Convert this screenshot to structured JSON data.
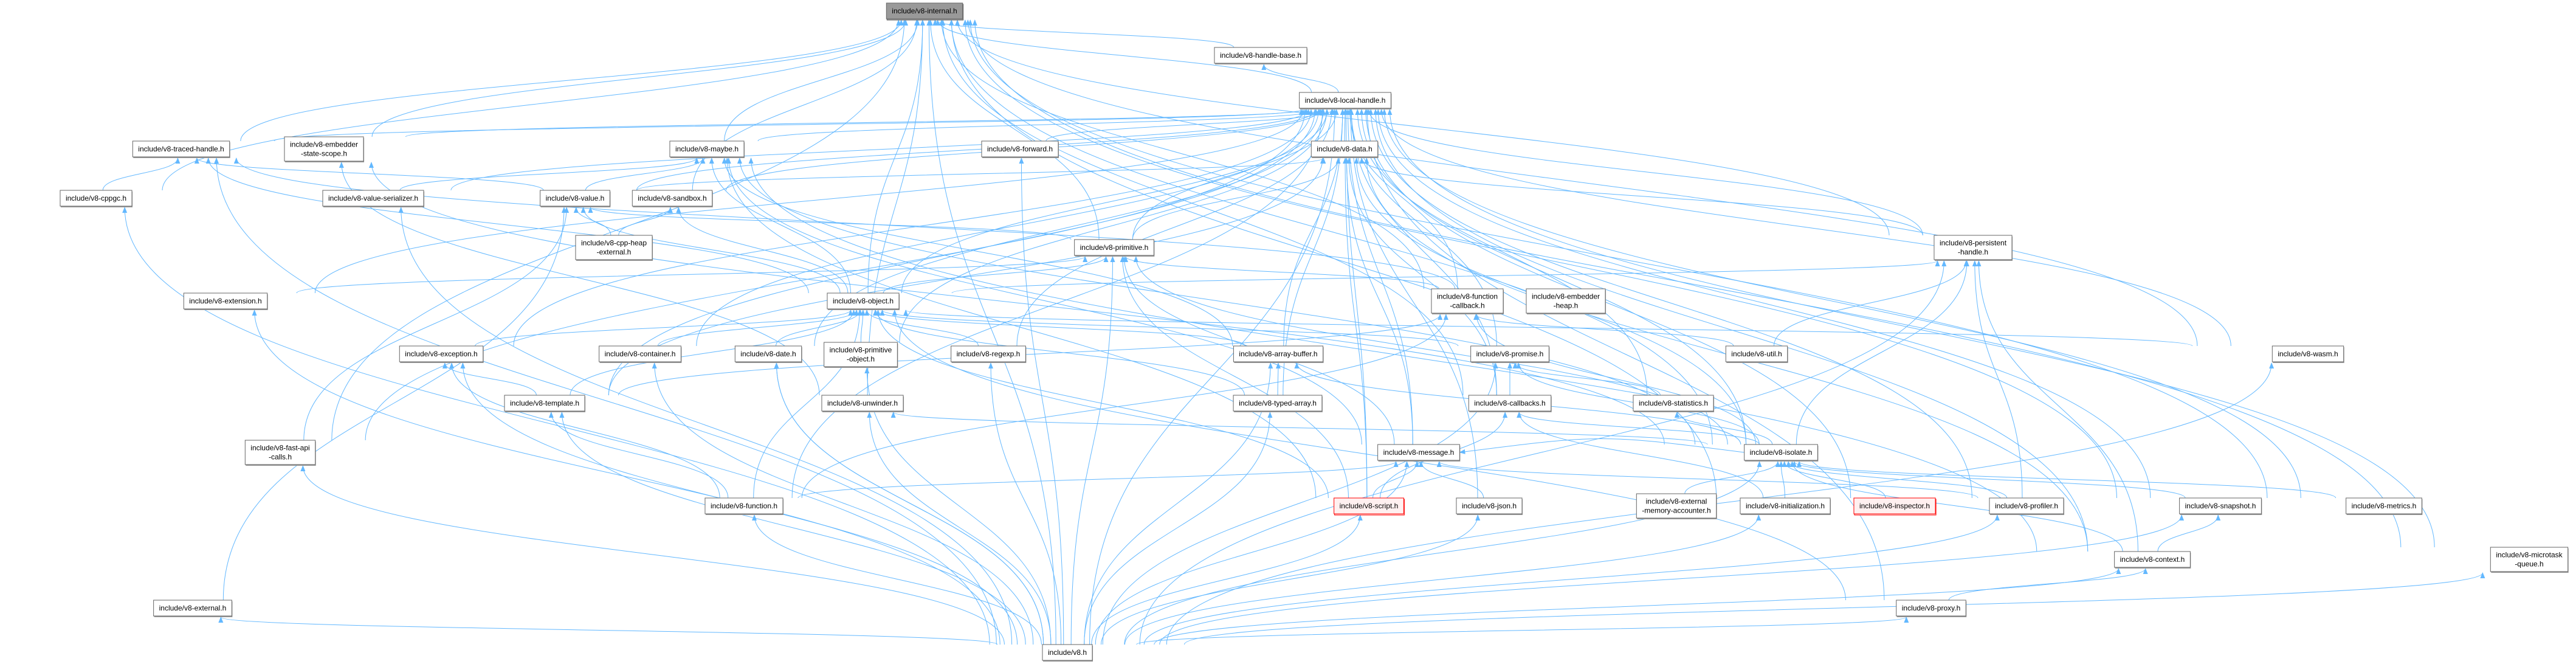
{
  "title": "include/v8-internal.h",
  "colors": {
    "edge": "#63b8ff",
    "current": "#999999",
    "incomplete_border": "#ff0000",
    "incomplete_fill": "#fff0f0",
    "border": "#666666"
  },
  "nodes": [
    {
      "id": "internal",
      "lines": [
        "include/v8-internal.h"
      ],
      "style": "current"
    },
    {
      "id": "handle-base",
      "lines": [
        "include/v8-handle-base.h"
      ]
    },
    {
      "id": "local-handle",
      "lines": [
        "include/v8-local-handle.h"
      ]
    },
    {
      "id": "traced-handle",
      "lines": [
        "include/v8-traced-handle.h"
      ]
    },
    {
      "id": "embedder-state-scope",
      "lines": [
        "include/v8-embedder",
        "-state-scope.h"
      ]
    },
    {
      "id": "maybe",
      "lines": [
        "include/v8-maybe.h"
      ]
    },
    {
      "id": "forward",
      "lines": [
        "include/v8-forward.h"
      ]
    },
    {
      "id": "data",
      "lines": [
        "include/v8-data.h"
      ]
    },
    {
      "id": "cppgc",
      "lines": [
        "include/v8-cppgc.h"
      ]
    },
    {
      "id": "value-serializer",
      "lines": [
        "include/v8-value-serializer.h"
      ]
    },
    {
      "id": "value",
      "lines": [
        "include/v8-value.h"
      ]
    },
    {
      "id": "sandbox",
      "lines": [
        "include/v8-sandbox.h"
      ]
    },
    {
      "id": "cpp-heap-external",
      "lines": [
        "include/v8-cpp-heap",
        "-external.h"
      ]
    },
    {
      "id": "primitive",
      "lines": [
        "include/v8-primitive.h"
      ]
    },
    {
      "id": "persistent-handle",
      "lines": [
        "include/v8-persistent",
        "-handle.h"
      ]
    },
    {
      "id": "extension",
      "lines": [
        "include/v8-extension.h"
      ]
    },
    {
      "id": "object",
      "lines": [
        "include/v8-object.h"
      ]
    },
    {
      "id": "function-callback",
      "lines": [
        "include/v8-function",
        "-callback.h"
      ]
    },
    {
      "id": "embedder-heap",
      "lines": [
        "include/v8-embedder",
        "-heap.h"
      ]
    },
    {
      "id": "exception",
      "lines": [
        "include/v8-exception.h"
      ]
    },
    {
      "id": "container",
      "lines": [
        "include/v8-container.h"
      ]
    },
    {
      "id": "date",
      "lines": [
        "include/v8-date.h"
      ]
    },
    {
      "id": "primitive-object",
      "lines": [
        "include/v8-primitive",
        "-object.h"
      ]
    },
    {
      "id": "regexp",
      "lines": [
        "include/v8-regexp.h"
      ]
    },
    {
      "id": "array-buffer",
      "lines": [
        "include/v8-array-buffer.h"
      ]
    },
    {
      "id": "promise",
      "lines": [
        "include/v8-promise.h"
      ]
    },
    {
      "id": "util",
      "lines": [
        "include/v8-util.h"
      ]
    },
    {
      "id": "wasm",
      "lines": [
        "include/v8-wasm.h"
      ]
    },
    {
      "id": "template",
      "lines": [
        "include/v8-template.h"
      ]
    },
    {
      "id": "unwinder",
      "lines": [
        "include/v8-unwinder.h"
      ]
    },
    {
      "id": "typed-array",
      "lines": [
        "include/v8-typed-array.h"
      ]
    },
    {
      "id": "callbacks",
      "lines": [
        "include/v8-callbacks.h"
      ]
    },
    {
      "id": "statistics",
      "lines": [
        "include/v8-statistics.h"
      ]
    },
    {
      "id": "fast-api-calls",
      "lines": [
        "include/v8-fast-api",
        "-calls.h"
      ]
    },
    {
      "id": "message",
      "lines": [
        "include/v8-message.h"
      ]
    },
    {
      "id": "isolate",
      "lines": [
        "include/v8-isolate.h"
      ]
    },
    {
      "id": "external-memory-accounter",
      "lines": [
        "include/v8-external",
        "-memory-accounter.h"
      ]
    },
    {
      "id": "function",
      "lines": [
        "include/v8-function.h"
      ]
    },
    {
      "id": "script",
      "lines": [
        "include/v8-script.h"
      ],
      "style": "incomplete"
    },
    {
      "id": "json",
      "lines": [
        "include/v8-json.h"
      ]
    },
    {
      "id": "initialization",
      "lines": [
        "include/v8-initialization.h"
      ]
    },
    {
      "id": "inspector",
      "lines": [
        "include/v8-inspector.h"
      ],
      "style": "incomplete"
    },
    {
      "id": "profiler",
      "lines": [
        "include/v8-profiler.h"
      ]
    },
    {
      "id": "snapshot",
      "lines": [
        "include/v8-snapshot.h"
      ]
    },
    {
      "id": "metrics",
      "lines": [
        "include/v8-metrics.h"
      ]
    },
    {
      "id": "context",
      "lines": [
        "include/v8-context.h"
      ]
    },
    {
      "id": "microtask-queue",
      "lines": [
        "include/v8-microtask",
        "-queue.h"
      ]
    },
    {
      "id": "external",
      "lines": [
        "include/v8-external.h"
      ]
    },
    {
      "id": "proxy",
      "lines": [
        "include/v8-proxy.h"
      ]
    },
    {
      "id": "v8",
      "lines": [
        "include/v8.h"
      ]
    }
  ],
  "edges": [
    [
      "handle-base",
      "internal"
    ],
    [
      "local-handle",
      "internal"
    ],
    [
      "local-handle",
      "handle-base"
    ],
    [
      "traced-handle",
      "internal"
    ],
    [
      "traced-handle",
      "local-handle"
    ],
    [
      "embedder-state-scope",
      "internal"
    ],
    [
      "embedder-state-scope",
      "local-handle"
    ],
    [
      "maybe",
      "internal"
    ],
    [
      "maybe",
      "local-handle"
    ],
    [
      "forward",
      "local-handle"
    ],
    [
      "data",
      "local-handle"
    ],
    [
      "cppgc",
      "internal"
    ],
    [
      "cppgc",
      "traced-handle"
    ],
    [
      "value-serializer",
      "local-handle"
    ],
    [
      "value-serializer",
      "maybe"
    ],
    [
      "value",
      "local-handle"
    ],
    [
      "value",
      "maybe"
    ],
    [
      "value",
      "data"
    ],
    [
      "value",
      "traced-handle"
    ],
    [
      "sandbox",
      "internal"
    ],
    [
      "sandbox",
      "local-handle"
    ],
    [
      "cpp-heap-external",
      "value"
    ],
    [
      "cpp-heap-external",
      "sandbox"
    ],
    [
      "primitive",
      "internal"
    ],
    [
      "primitive",
      "local-handle"
    ],
    [
      "primitive",
      "data"
    ],
    [
      "primitive",
      "value"
    ],
    [
      "persistent-handle",
      "internal"
    ],
    [
      "persistent-handle",
      "local-handle"
    ],
    [
      "persistent-handle",
      "data"
    ],
    [
      "extension",
      "local-handle"
    ],
    [
      "extension",
      "primitive"
    ],
    [
      "object",
      "internal"
    ],
    [
      "object",
      "local-handle"
    ],
    [
      "object",
      "maybe"
    ],
    [
      "object",
      "persistent-handle"
    ],
    [
      "object",
      "primitive"
    ],
    [
      "object",
      "traced-handle"
    ],
    [
      "object",
      "value"
    ],
    [
      "object",
      "sandbox"
    ],
    [
      "function-callback",
      "internal"
    ],
    [
      "function-callback",
      "local-handle"
    ],
    [
      "function-callback",
      "primitive"
    ],
    [
      "embedder-heap",
      "traced-handle"
    ],
    [
      "exception",
      "local-handle"
    ],
    [
      "exception",
      "object"
    ],
    [
      "container",
      "local-handle"
    ],
    [
      "container",
      "object"
    ],
    [
      "date",
      "local-handle"
    ],
    [
      "date",
      "object"
    ],
    [
      "primitive-object",
      "local-handle"
    ],
    [
      "primitive-object",
      "object"
    ],
    [
      "regexp",
      "local-handle"
    ],
    [
      "regexp",
      "object"
    ],
    [
      "array-buffer",
      "local-handle"
    ],
    [
      "array-buffer",
      "object"
    ],
    [
      "array-buffer",
      "maybe"
    ],
    [
      "promise",
      "local-handle"
    ],
    [
      "promise",
      "object"
    ],
    [
      "util",
      "persistent-handle"
    ],
    [
      "util",
      "function-callback"
    ],
    [
      "wasm",
      "internal"
    ],
    [
      "wasm",
      "local-handle"
    ],
    [
      "wasm",
      "object"
    ],
    [
      "template",
      "local-handle"
    ],
    [
      "template",
      "data"
    ],
    [
      "template",
      "exception"
    ],
    [
      "template",
      "function-callback"
    ],
    [
      "template",
      "object"
    ],
    [
      "unwinder",
      "embedder-state-scope"
    ],
    [
      "unwinder",
      "internal"
    ],
    [
      "typed-array",
      "array-buffer"
    ],
    [
      "typed-array",
      "object"
    ],
    [
      "typed-array",
      "local-handle"
    ],
    [
      "callbacks",
      "data"
    ],
    [
      "callbacks",
      "local-handle"
    ],
    [
      "callbacks",
      "promise"
    ],
    [
      "callbacks",
      "internal"
    ],
    [
      "statistics",
      "local-handle"
    ],
    [
      "statistics",
      "promise"
    ],
    [
      "fast-api-calls",
      "internal"
    ],
    [
      "fast-api-calls",
      "value"
    ],
    [
      "fast-api-calls",
      "local-handle"
    ],
    [
      "message",
      "local-handle"
    ],
    [
      "message",
      "maybe"
    ],
    [
      "message",
      "primitive"
    ],
    [
      "message",
      "data"
    ],
    [
      "isolate",
      "callbacks"
    ],
    [
      "isolate",
      "data"
    ],
    [
      "isolate",
      "embedder-state-scope"
    ],
    [
      "isolate",
      "internal"
    ],
    [
      "isolate",
      "local-handle"
    ],
    [
      "isolate",
      "maybe"
    ],
    [
      "isolate",
      "primitive"
    ],
    [
      "isolate",
      "statistics"
    ],
    [
      "isolate",
      "unwinder"
    ],
    [
      "isolate",
      "persistent-handle"
    ],
    [
      "isolate",
      "message"
    ],
    [
      "isolate",
      "array-buffer"
    ],
    [
      "isolate",
      "function-callback"
    ],
    [
      "isolate",
      "promise"
    ],
    [
      "external-memory-accounter",
      "isolate"
    ],
    [
      "function",
      "local-handle"
    ],
    [
      "function",
      "message"
    ],
    [
      "function",
      "object"
    ],
    [
      "function",
      "template"
    ],
    [
      "function",
      "function-callback"
    ],
    [
      "function",
      "exception"
    ],
    [
      "script",
      "local-handle"
    ],
    [
      "script",
      "message"
    ],
    [
      "script",
      "data"
    ],
    [
      "script",
      "callbacks"
    ],
    [
      "script",
      "maybe"
    ],
    [
      "script",
      "primitive"
    ],
    [
      "script",
      "object"
    ],
    [
      "json",
      "local-handle"
    ],
    [
      "json",
      "message"
    ],
    [
      "initialization",
      "internal"
    ],
    [
      "initialization",
      "isolate"
    ],
    [
      "initialization",
      "callbacks"
    ],
    [
      "inspector",
      "isolate"
    ],
    [
      "inspector",
      "local-handle"
    ],
    [
      "profiler",
      "local-handle"
    ],
    [
      "profiler",
      "persistent-handle"
    ],
    [
      "profiler",
      "message"
    ],
    [
      "profiler",
      "isolate"
    ],
    [
      "snapshot",
      "isolate"
    ],
    [
      "snapshot",
      "local-handle"
    ],
    [
      "snapshot",
      "internal"
    ],
    [
      "metrics",
      "isolate"
    ],
    [
      "metrics",
      "local-handle"
    ],
    [
      "metrics",
      "internal"
    ],
    [
      "context",
      "local-handle"
    ],
    [
      "context",
      "maybe"
    ],
    [
      "context",
      "snapshot"
    ],
    [
      "context",
      "data"
    ],
    [
      "context",
      "persistent-handle"
    ],
    [
      "context",
      "isolate"
    ],
    [
      "microtask-queue",
      "local-handle"
    ],
    [
      "microtask-queue",
      "internal"
    ],
    [
      "external",
      "value"
    ],
    [
      "proxy",
      "context"
    ],
    [
      "proxy",
      "object"
    ],
    [
      "proxy",
      "local-handle"
    ],
    [
      "v8",
      "cppgc"
    ],
    [
      "v8",
      "internal"
    ],
    [
      "v8",
      "traced-handle"
    ],
    [
      "v8",
      "value-serializer"
    ],
    [
      "v8",
      "extension"
    ],
    [
      "v8",
      "fast-api-calls"
    ],
    [
      "v8",
      "exception"
    ],
    [
      "v8",
      "container"
    ],
    [
      "v8",
      "date"
    ],
    [
      "v8",
      "primitive-object"
    ],
    [
      "v8",
      "regexp"
    ],
    [
      "v8",
      "array-buffer"
    ],
    [
      "v8",
      "typed-array"
    ],
    [
      "v8",
      "template"
    ],
    [
      "v8",
      "unwinder"
    ],
    [
      "v8",
      "message"
    ],
    [
      "v8",
      "function"
    ],
    [
      "v8",
      "script"
    ],
    [
      "v8",
      "json"
    ],
    [
      "v8",
      "isolate"
    ],
    [
      "v8",
      "initialization"
    ],
    [
      "v8",
      "snapshot"
    ],
    [
      "v8",
      "context"
    ],
    [
      "v8",
      "proxy"
    ],
    [
      "v8",
      "microtask-queue"
    ],
    [
      "v8",
      "external"
    ],
    [
      "v8",
      "wasm"
    ],
    [
      "v8",
      "primitive"
    ],
    [
      "v8",
      "promise"
    ],
    [
      "v8",
      "persistent-handle"
    ],
    [
      "v8",
      "profiler"
    ],
    [
      "v8",
      "date"
    ],
    [
      "v8",
      "forward"
    ],
    [
      "v8",
      "local-handle"
    ]
  ]
}
